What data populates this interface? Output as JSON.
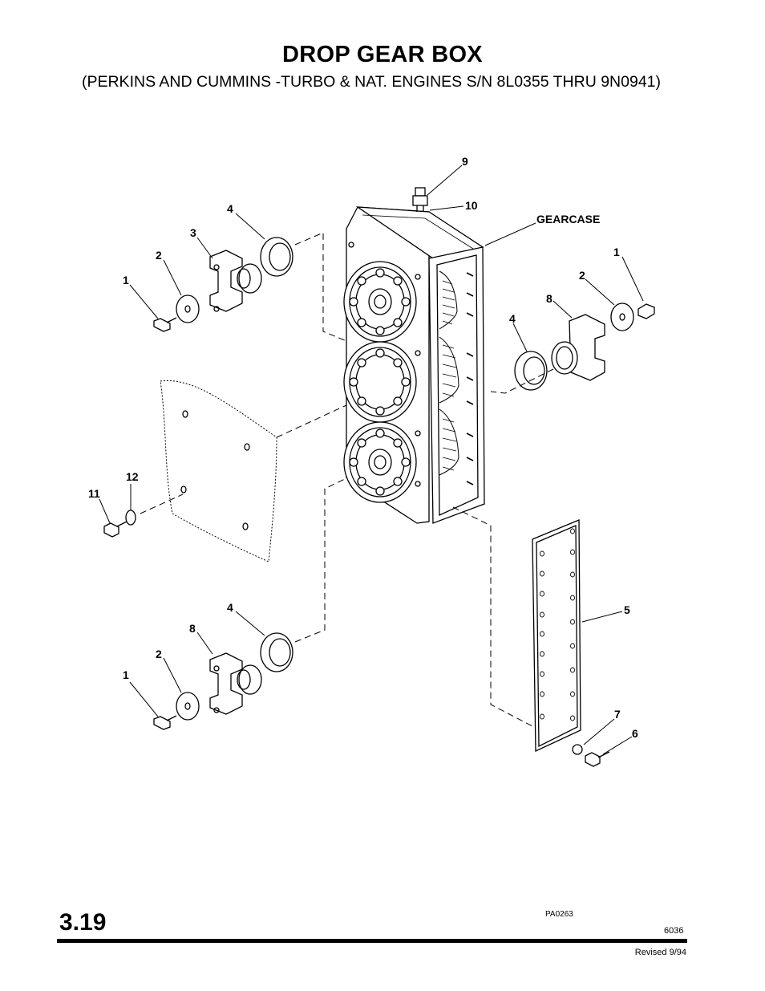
{
  "page": {
    "title": "DROP GEAR BOX",
    "subtitle": "(PERKINS AND CUMMINS -TURBO & NAT. ENGINES S/N 8L0355 THRU 9N0941)",
    "page_number": "3.19",
    "figure_code": "PA0263",
    "doc_number": "6036",
    "revision": "Revised 9/94"
  },
  "callouts": {
    "c9": "9",
    "c10": "10",
    "gearcase": "GEARCASE",
    "c4_top": "4",
    "c3_top": "3",
    "c2_top": "2",
    "c1_top": "1",
    "c1_right": "1",
    "c2_right": "2",
    "c8_right": "8",
    "c4_right": "4",
    "c12": "12",
    "c11": "11",
    "c4_bot": "4",
    "c8_bot": "8",
    "c2_bot": "2",
    "c1_bot": "1",
    "c5": "5",
    "c7": "7",
    "c6": "6"
  }
}
